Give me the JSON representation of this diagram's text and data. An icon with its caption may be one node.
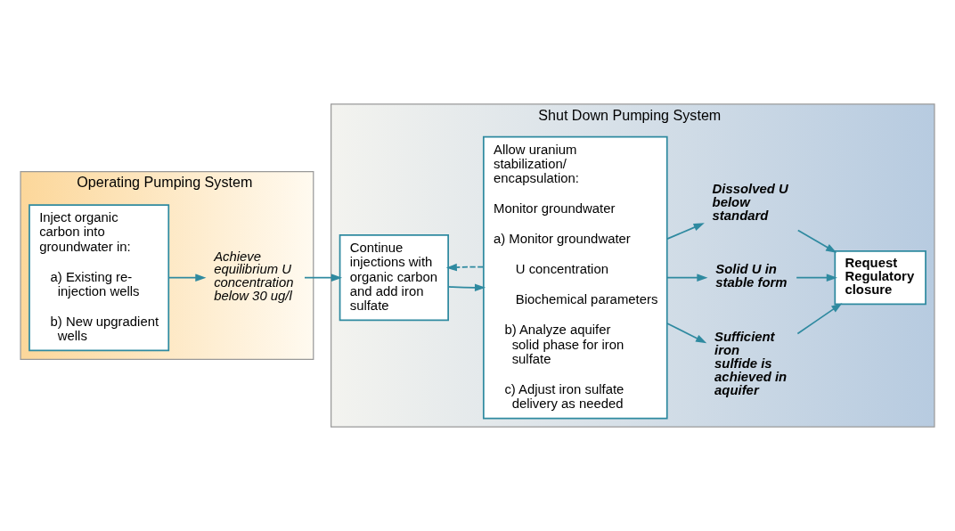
{
  "diagram": {
    "nodes": [
      {
        "text": [
          "Operating Pumping System"
        ]
      },
      {
        "text": [
          "Inject organic carbon into groundwater in:",
          "a) Existing re-injection wells",
          "b) New upgradient wells"
        ],
        "in": 0
      },
      {
        "text": [
          "Achieve equilibrium U concentration below 30 ug/l"
        ],
        "in": 0
      },
      {
        "text": [
          "Shut Down Pumping System"
        ]
      },
      {
        "text": [
          "Continue injections with organic carbon and add iron sulfate"
        ],
        "in": 3
      },
      {
        "text": [
          "Allow uranium stabilization/ encapsulation:",
          "Monitor groundwater",
          "a) Monitor groundwater",
          "U concentration",
          "Biochemical parameters",
          "b) Analyze aquifer solid phase for iron sulfate",
          "c) Adjust iron sulfate delivery as needed"
        ],
        "in": 3
      },
      {
        "text": [
          "Sufficient iron sulfide is achieved in aquifer"
        ],
        "in": 3
      },
      {
        "text": [
          "Solid U in stable form"
        ],
        "in": 3
      },
      {
        "text": [
          "Dissolved U below standard"
        ],
        "in": 3
      },
      {
        "text": [
          "Request Regulatory closure"
        ],
        "in": 3
      }
    ],
    "edges": [
      {
        "from": 1,
        "to": 2,
        "arrow": "to"
      },
      {
        "from": 2,
        "to": 4,
        "arrow": "to"
      },
      {
        "from": 4,
        "to": 5,
        "arrow": "to"
      },
      {
        "from": 5,
        "to": 6,
        "arrow": "to"
      },
      {
        "from": 5,
        "to": 7,
        "arrow": "to"
      },
      {
        "from": 5,
        "to": 8,
        "arrow": "to"
      },
      {
        "from": 6,
        "to": 9,
        "arrow": "to"
      },
      {
        "from": 7,
        "to": 9,
        "arrow": "to"
      },
      {
        "from": 8,
        "to": 9,
        "arrow": "to"
      },
      {
        "from": 5,
        "to": 4,
        "arrow": "to",
        "style": "dashed"
      }
    ]
  }
}
